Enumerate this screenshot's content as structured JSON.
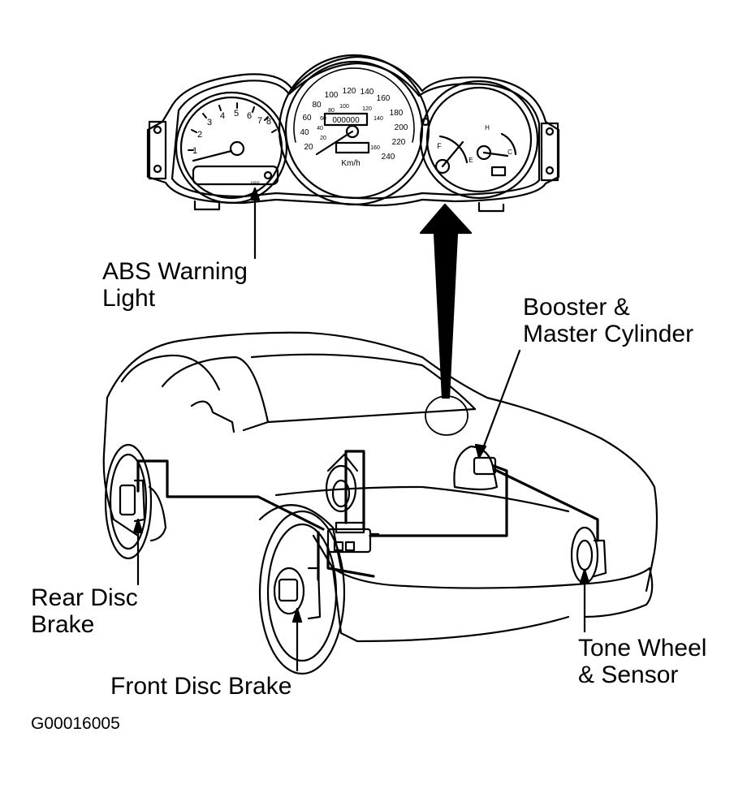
{
  "labels": {
    "abs_warning_light": "ABS Warning\nLight",
    "booster_master_cylinder": "Booster &\nMaster Cylinder",
    "rear_disc_brake": "Rear Disc\nBrake",
    "front_disc_brake": "Front Disc Brake",
    "tone_wheel_sensor": "Tone Wheel\n& Sensor",
    "figure_code": "G00016005"
  },
  "cluster": {
    "tach_ticks": [
      "1",
      "2",
      "3",
      "4",
      "5",
      "6",
      "7",
      "8"
    ],
    "speed_ticks": [
      "20",
      "40",
      "60",
      "80",
      "100",
      "120",
      "140",
      "160",
      "180",
      "200",
      "220",
      "240"
    ],
    "inner_ticks": [
      "20",
      "40",
      "60",
      "80",
      "100",
      "120",
      "140",
      "160"
    ],
    "odometer": "000000",
    "speed_unit": "Km/h",
    "abs_text": "ABS",
    "fuel_marks": [
      "F",
      "E"
    ],
    "temp_marks": [
      "H",
      "C"
    ]
  }
}
